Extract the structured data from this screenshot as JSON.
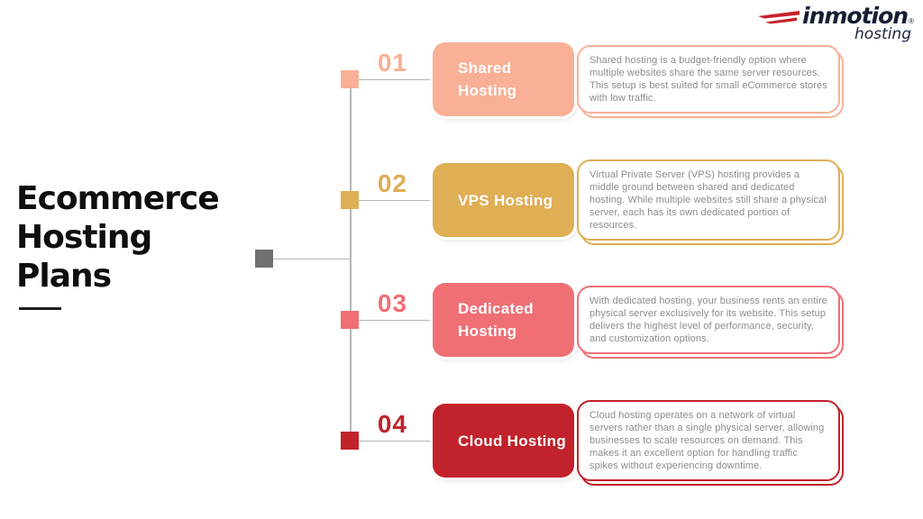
{
  "logo": {
    "brand": "inmotion",
    "registered": "®",
    "tagline": "hosting",
    "brand_color": "#161d33",
    "swoosh_color": "#c7202a"
  },
  "title": {
    "text": "Ecommerce\nHosting\nPlans"
  },
  "connector": {
    "root_color": "#717171",
    "line_color": "#b5b5b5"
  },
  "items": [
    {
      "number": "01",
      "name": "Shared\nHosting",
      "color": "#F9B096",
      "description": "Shared hosting is a budget-friendly option where multiple websites share the same server resources. This setup is best suited for small eCommerce stores with low traffic."
    },
    {
      "number": "02",
      "name": "VPS Hosting",
      "color": "#DFAE55",
      "description": "Virtual Private Server (VPS) hosting provides a middle ground between shared and dedicated hosting. While multiple websites still share a physical server, each has its own dedicated portion of resources."
    },
    {
      "number": "03",
      "name": "Dedicated\nHosting",
      "color": "#EF6F75",
      "description": "With dedicated hosting, your business rents an entire physical server exclusively for its website. This setup delivers the highest level of performance, security, and customization options."
    },
    {
      "number": "04",
      "name": "Cloud Hosting",
      "color": "#C1222B",
      "description": "Cloud hosting operates on a network of virtual servers rather than a single physical server, allowing businesses to scale resources on demand. This makes it an excellent option for handling traffic spikes without experiencing downtime."
    }
  ]
}
